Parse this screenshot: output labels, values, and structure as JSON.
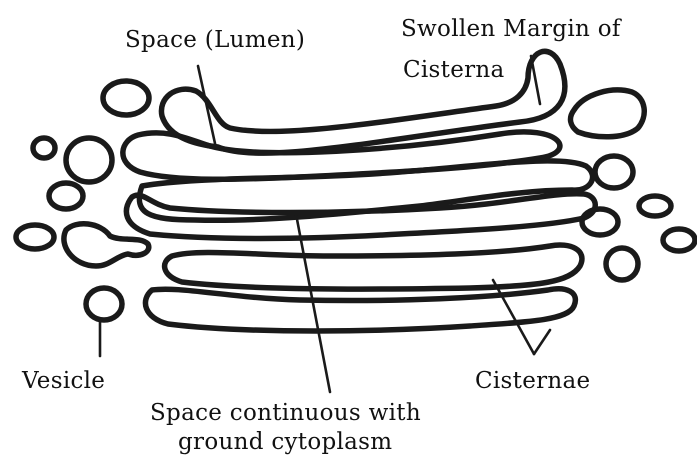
{
  "labels": {
    "lumen": "Space (Lumen)",
    "swollen_margin": [
      "Swollen Margin of",
      "Cisterna"
    ],
    "vesicle": "Vesicle",
    "cisternae": "Cisternae",
    "cytoplasm_space": [
      "Space continuous with",
      "ground cytoplasm"
    ]
  },
  "colors": {
    "outline": "#1a1a1a",
    "text": "#111111",
    "background": "#ffffff"
  }
}
